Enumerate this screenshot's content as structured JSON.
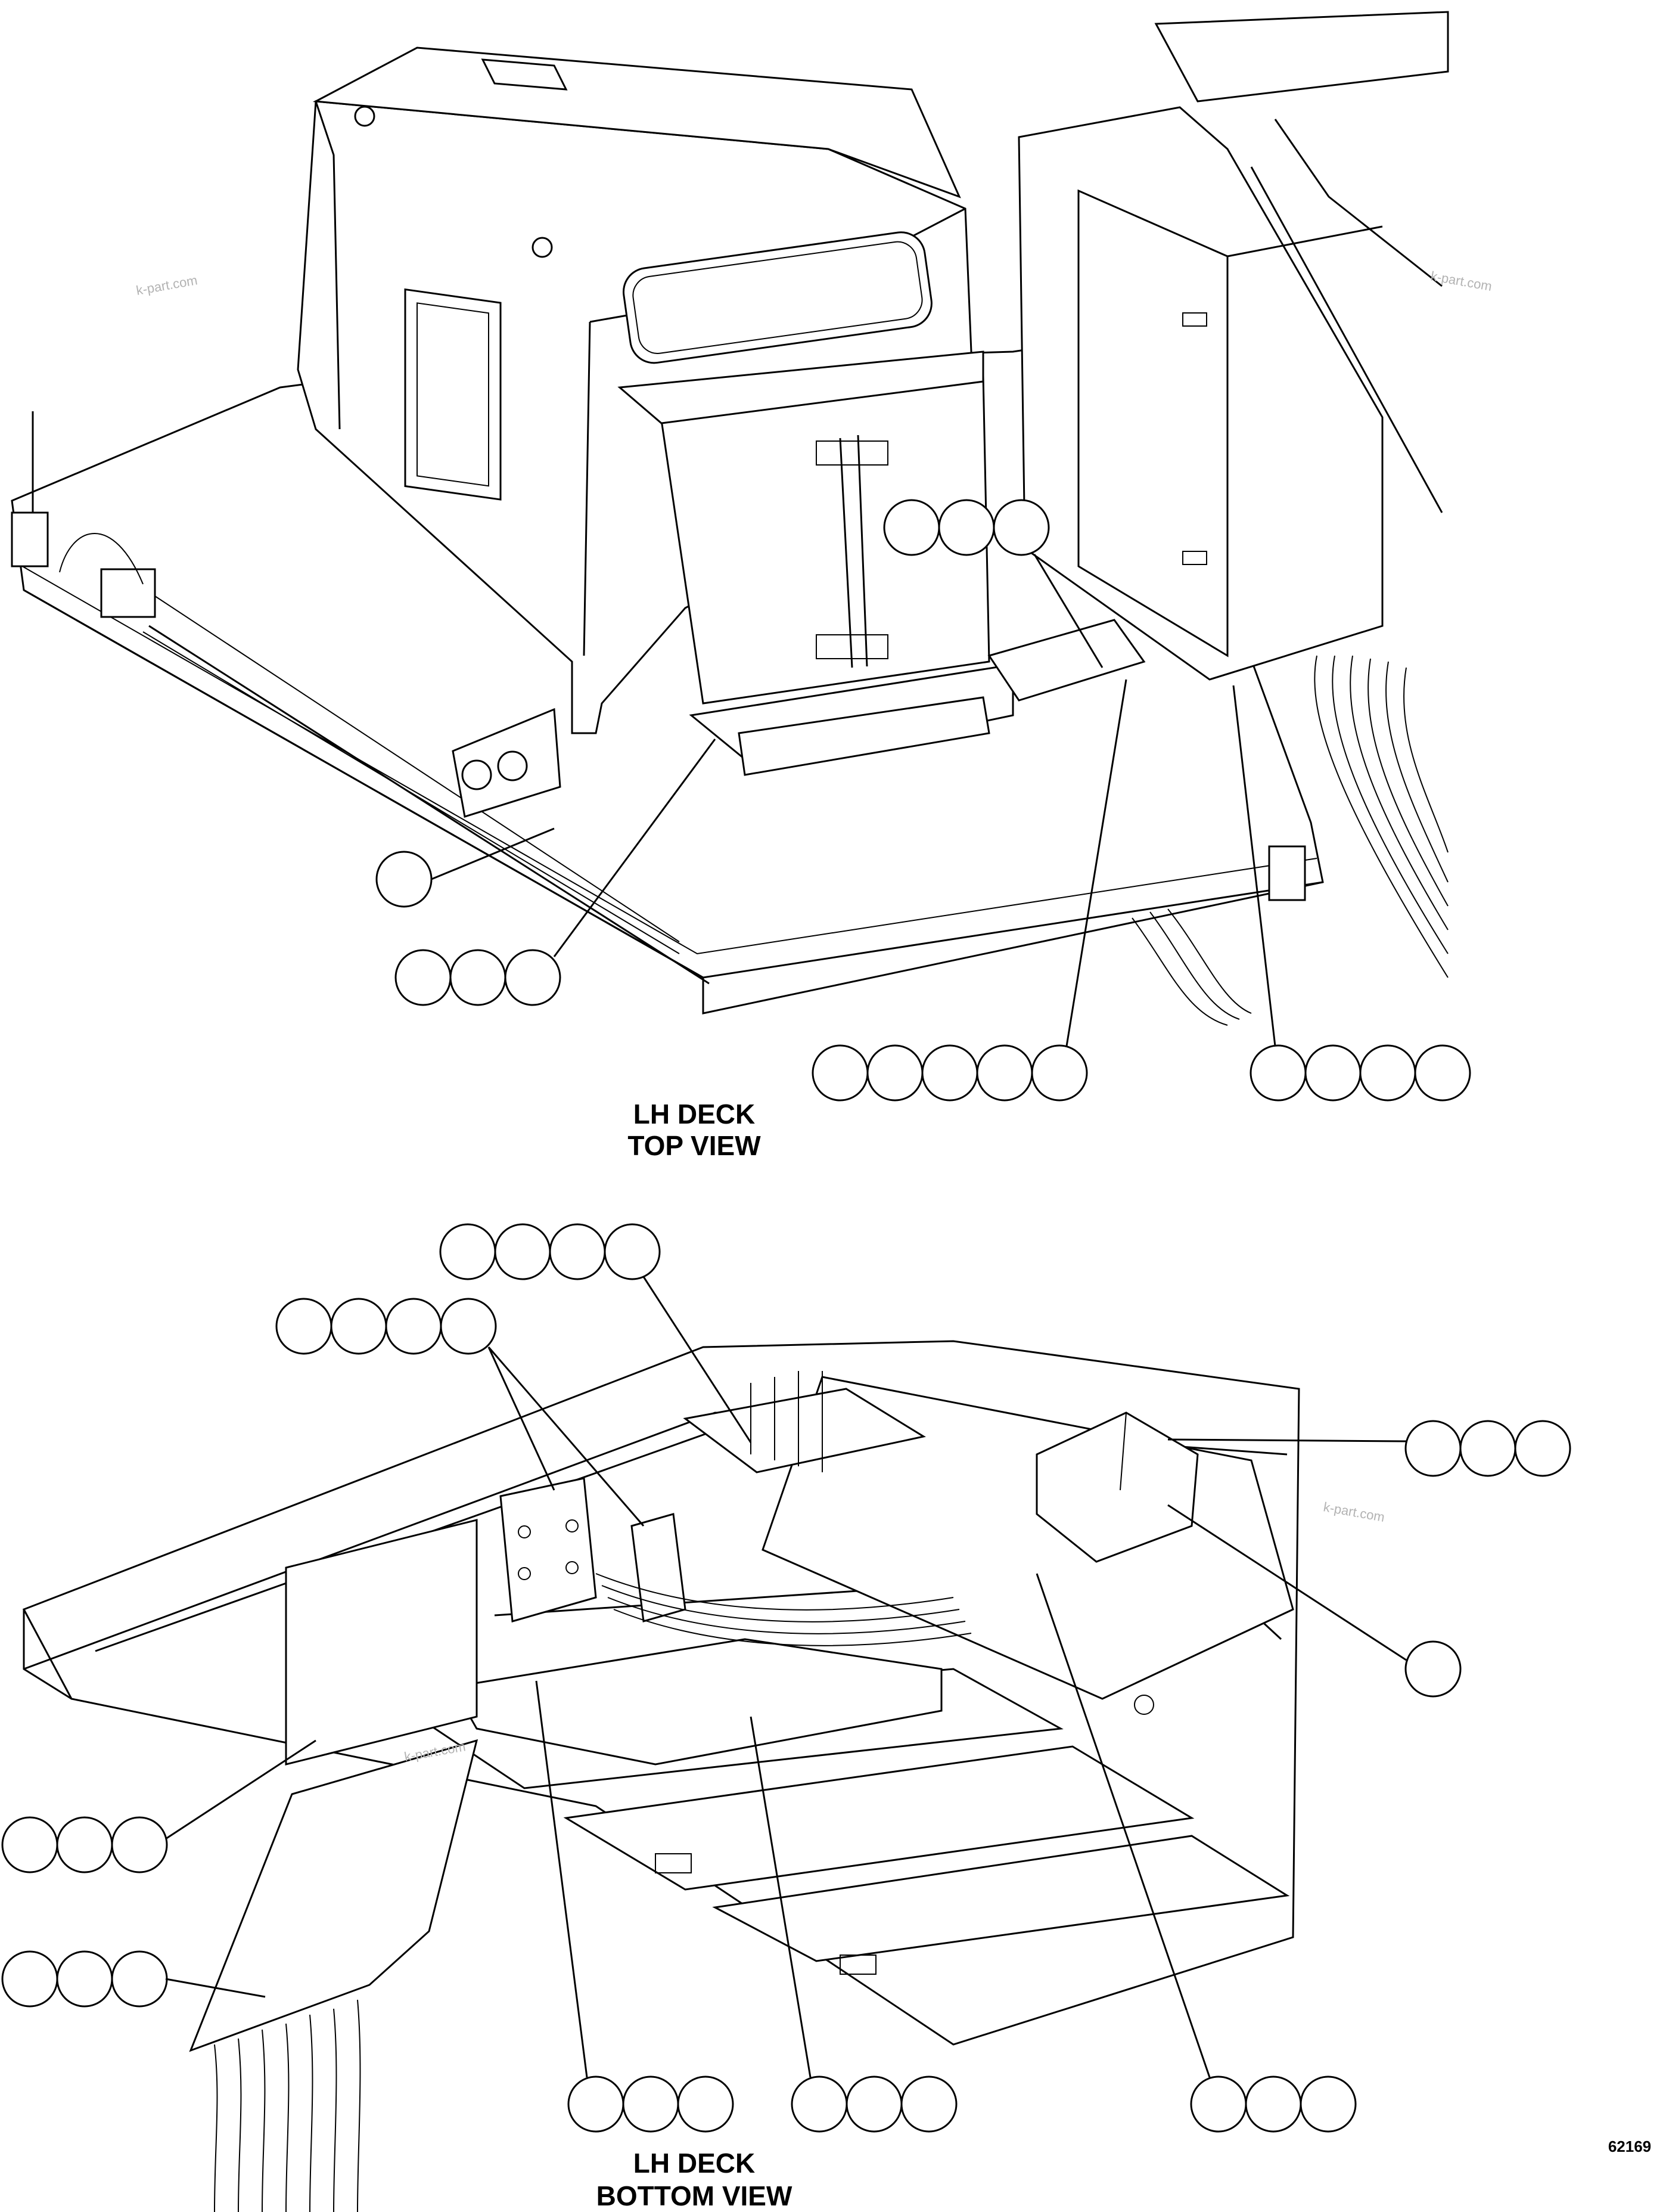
{
  "top_view": {
    "title_line1": "LH DECK",
    "title_line2": "TOP VIEW"
  },
  "bottom_view": {
    "title_line1": "LH DECK",
    "title_line2": "BOTTOM VIEW"
  },
  "figure_number": "62169",
  "watermark": "k-part.com"
}
